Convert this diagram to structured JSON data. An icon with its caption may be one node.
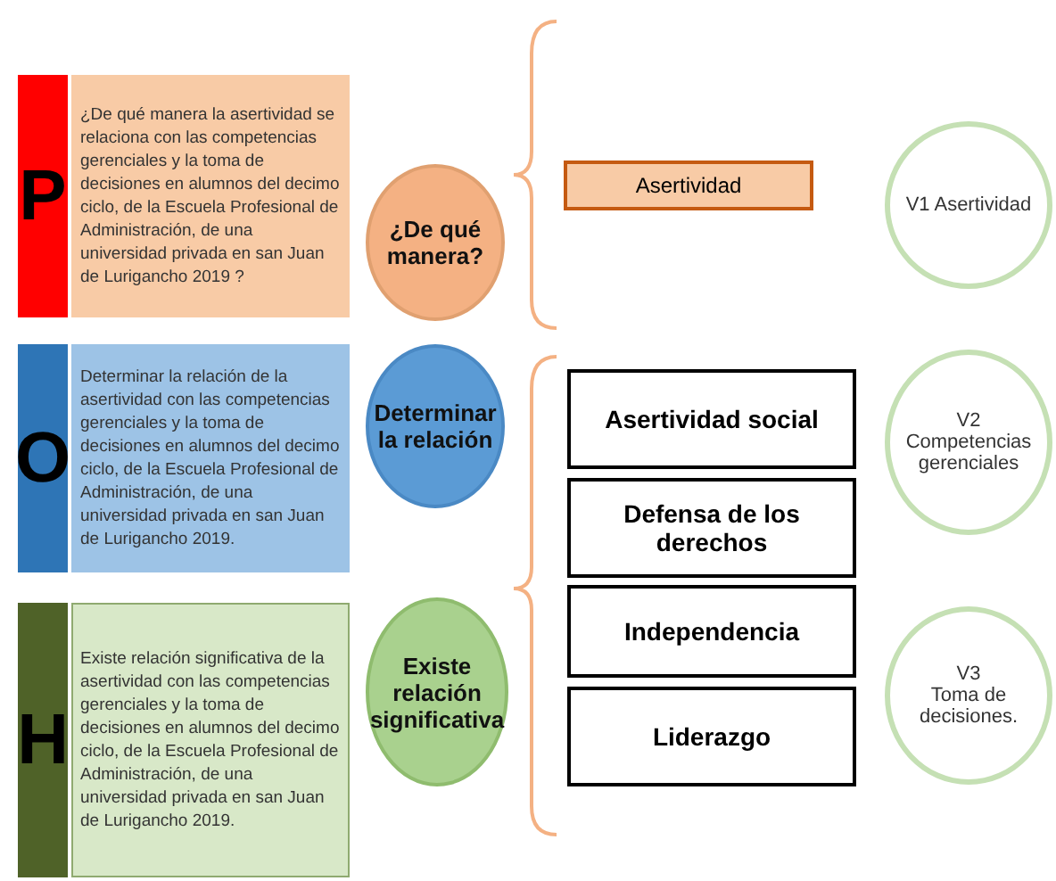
{
  "diagram": {
    "nodes": [
      {
        "text": [
          "P"
        ]
      },
      {
        "text": [
          "¿De qué manera la asertividad se relaciona con las competencias gerenciales y la toma de decisiones en alumnos del decimo ciclo, de la Escuela Profesional de Administración, de una universidad privada en san Juan de Lurigancho 2019 ?"
        ]
      },
      {
        "text": [
          "¿De qué manera?"
        ]
      },
      {
        "text": [
          "Asertividad"
        ]
      },
      {
        "text": [
          "V1 Asertividad"
        ]
      },
      {
        "text": [
          "O"
        ]
      },
      {
        "text": [
          "Determinar la relación de la asertividad con las competencias gerenciales y la toma de decisiones en alumnos del decimo ciclo, de la Escuela Profesional de Administración, de una universidad privada en san Juan de Lurigancho 2019."
        ]
      },
      {
        "text": [
          "Determinar la relación"
        ]
      },
      {
        "text": [
          "Asertividad social"
        ]
      },
      {
        "text": [
          "V2",
          "Competencias gerenciales"
        ]
      },
      {
        "text": [
          "Defensa de los derechos"
        ]
      },
      {
        "text": [
          "Independencia"
        ]
      },
      {
        "text": [
          "H"
        ]
      },
      {
        "text": [
          "Existe relación significativa de la asertividad con las competencias gerenciales y la toma de decisiones en alumnos del decimo ciclo, de la Escuela Profesional de Administración, de una universidad privada en san Juan de Lurigancho 2019."
        ]
      },
      {
        "text": [
          "Existe relación significativa"
        ]
      },
      {
        "text": [
          "V3",
          "Toma de decisiones."
        ]
      },
      {
        "text": [
          "Liderazgo"
        ]
      }
    ],
    "edges": []
  }
}
